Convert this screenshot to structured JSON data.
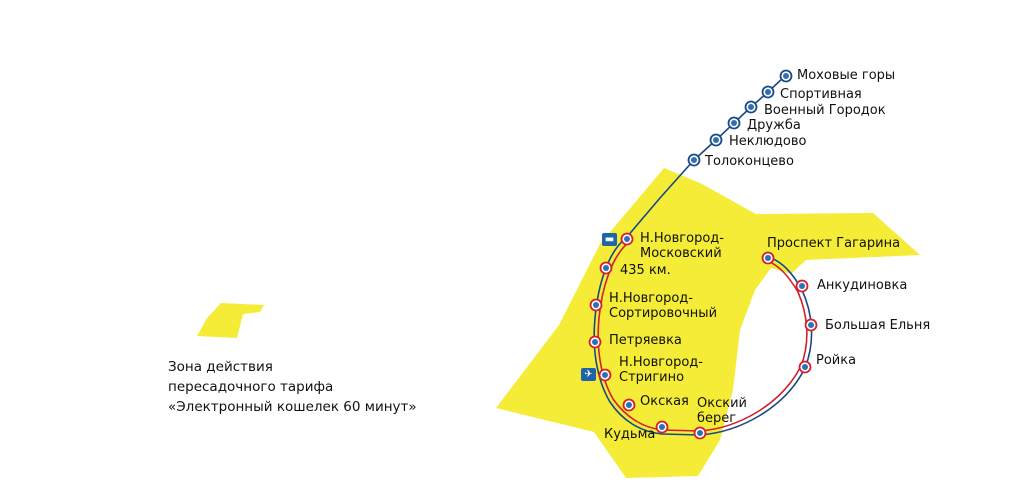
{
  "colors": {
    "zone": "#f4ec37",
    "line_blue": "#1a4a86",
    "line_red": "#d3202c",
    "station_fill": "#2f6fb5",
    "icon_bg": "#1f63a8"
  },
  "legend": {
    "line1": "Зона действия",
    "line2": "пересадочного тарифа",
    "line3": "«Электронный кошелек 60 минут»"
  },
  "stations": [
    {
      "id": "mokhovye-gory",
      "name": "Моховые горы"
    },
    {
      "id": "sportivnaya",
      "name": "Спортивная"
    },
    {
      "id": "voenny-gorodok",
      "name": "Военный Городок"
    },
    {
      "id": "druzhba",
      "name": "Дружба"
    },
    {
      "id": "neklyudovo",
      "name": "Неклюдово"
    },
    {
      "id": "tolokontsevo",
      "name": "Толоконцево"
    },
    {
      "id": "moskovsky",
      "name_l1": "Н.Новгород-",
      "name_l2": "Московский"
    },
    {
      "id": "435km",
      "name": "435 км."
    },
    {
      "id": "sortirovochny",
      "name_l1": "Н.Новгород-",
      "name_l2": "Сортировочный"
    },
    {
      "id": "petryaevka",
      "name": "Петряевка"
    },
    {
      "id": "strigino",
      "name_l1": "Н.Новгород-",
      "name_l2": "Стригино"
    },
    {
      "id": "okskaya",
      "name": "Окская"
    },
    {
      "id": "kudma",
      "name": "Кудьма"
    },
    {
      "id": "oksky-bereg",
      "name_l1": "Окский",
      "name_l2": "берег"
    },
    {
      "id": "roika",
      "name": "Ройка"
    },
    {
      "id": "bolshaya-elnya",
      "name": "Большая Ельня"
    },
    {
      "id": "ankudinovka",
      "name": "Анкудиновка"
    },
    {
      "id": "prospekt-gagarina",
      "name": "Проспект Гагарина"
    }
  ],
  "icons": [
    {
      "id": "train-icon",
      "glyph": "▬"
    },
    {
      "id": "airplane-icon",
      "glyph": "✈"
    }
  ]
}
